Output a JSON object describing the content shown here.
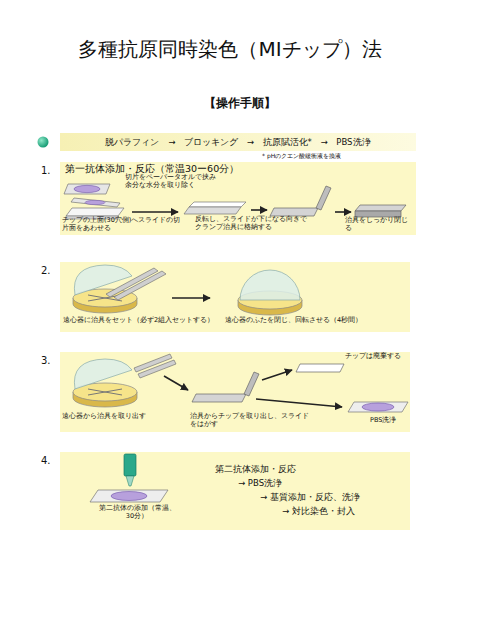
{
  "diagram": {
    "title": "多種抗原同時染色（MIチップ）法",
    "nodes": [
      {
        "text": [
          "脱パラフィン → ブロッキング → 抗原賦活化* → PBS洗浄"
        ]
      },
      {
        "text": [
          "1.",
          "第一抗体添加・反応（常温30ー60分）"
        ]
      },
      {
        "text": [
          "2."
        ]
      },
      {
        "text": [
          "3."
        ]
      },
      {
        "text": [
          "4."
        ]
      }
    ],
    "labels": [
      "【操作手順】",
      "* pHのクエン酸緩衝液を換液",
      "切片をペーパータオルで挟み余分な水分を取り除く",
      "チップの上面(30穴側)へスライドの切片面をあわせる",
      "反転し、スライドが下になる向きでクランプ治具に格納する",
      "治具をしっかり閉じる",
      "遠心器に治具をセット（必ず2組入セットする）",
      "遠心器のふたを閉じ、回転させる（4秒間）",
      "遠心器から治具を取り出す",
      "チップは廃棄する",
      "治具からチップを取り出し、スライドをはがす",
      "PBS洗浄",
      "第二抗体の添加（常温、30分）",
      "第二抗体添加・反応",
      "→ PBS洗浄",
      "→ 基質添加・反応、洗浄",
      "→ 対比染色・封入"
    ]
  }
}
